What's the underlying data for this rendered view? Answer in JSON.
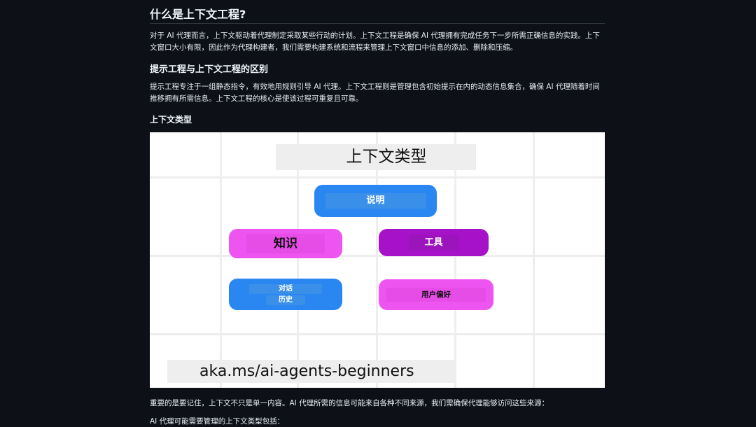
{
  "section": {
    "heading": "什么是上下文工程?",
    "para1": "对于 AI 代理而言，上下文驱动着代理制定采取某些行动的计划。上下文工程是确保 AI 代理拥有完成任务下一步所需正确信息的实践。上下文窗口大小有限，因此作为代理构建者，我们需要构建系统和流程来管理上下文窗口中信息的添加、删除和压缩。",
    "subheading1": "提示工程与上下文工程的区别",
    "para2": "提示工程专注于一组静态指令，有效地用规则引导 AI 代理。上下文工程则是管理包含初始提示在内的动态信息集合，确保 AI 代理随着时间推移拥有所需信息。上下文工程的核心是使该过程可重复且可靠。",
    "subheading2": "上下文类型",
    "para3": "重要的是要记住，上下文不只是单一内容。AI 代理所需的信息可能来自各种不同来源，我们需确保代理能够访问这些来源：",
    "para4": "AI 代理可能需要管理的上下文类型包括："
  },
  "figure": {
    "title": "上下文类型",
    "instructions": "说明",
    "knowledge": "知识",
    "tools": "工具",
    "conversation_line1": "对话",
    "conversation_line2": "历史",
    "user_preferences": "用户偏好",
    "url": "aka.ms/ai-agents-beginners"
  },
  "colors": {
    "background": "#0d1117",
    "blue": "#2a86f0",
    "pink": "#ee55f0",
    "purple": "#a612c8"
  }
}
